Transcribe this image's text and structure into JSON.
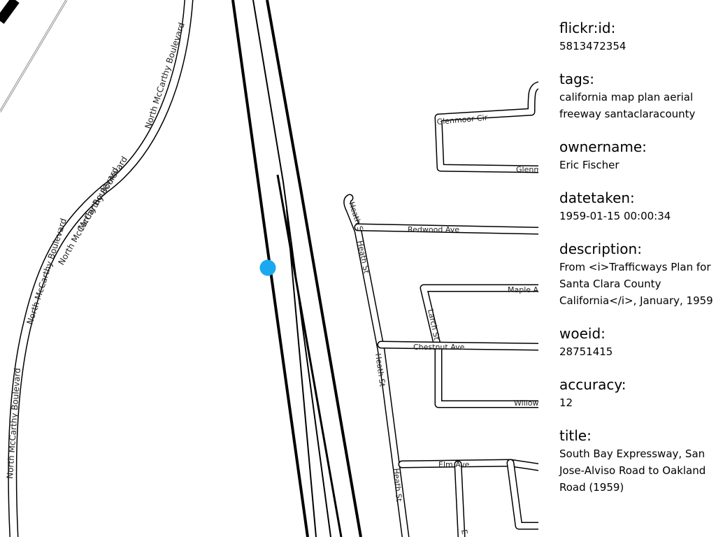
{
  "map": {
    "streets": {
      "blvd_1": "North McCarthy Boulevard",
      "blvd_2": "North McCarthy Boulevard",
      "blvd_3": "McCarthy Boulevard",
      "blvd_4": "North McCarthy Boulevard",
      "blvd_5": "North McCarthy Boulevard",
      "glenmoor_1": "Glenmoor Cir",
      "glenmoor_2": "Glenm",
      "heath_1": "Heath S",
      "heath_2": "Heath St",
      "heath_3": "Heath St",
      "heath_4": "Heath St",
      "redwood": "Redwood Ave",
      "maple": "Maple A",
      "larch": "Larch St",
      "chestnut": "Chestnut Ave",
      "willow": "Willow",
      "elm": "Elm Ave",
      "east_stub": "E"
    },
    "marker_color": "#1aa8f0"
  },
  "info": {
    "fields": [
      {
        "key": "flickr:id:",
        "value": "5813472354"
      },
      {
        "key": "tags:",
        "value": "california map plan aerial freeway santaclaracounty"
      },
      {
        "key": "ownername:",
        "value": "Eric Fischer"
      },
      {
        "key": "datetaken:",
        "value": "1959-01-15 00:00:34"
      },
      {
        "key": "description:",
        "value": "From <i>Trafficways Plan for Santa Clara County California</i>, January, 1959"
      },
      {
        "key": "woeid:",
        "value": "28751415"
      },
      {
        "key": "accuracy:",
        "value": "12"
      },
      {
        "key": "title:",
        "value": "South Bay Expressway, San Jose-Alviso Road to Oakland Road (1959)"
      }
    ]
  }
}
